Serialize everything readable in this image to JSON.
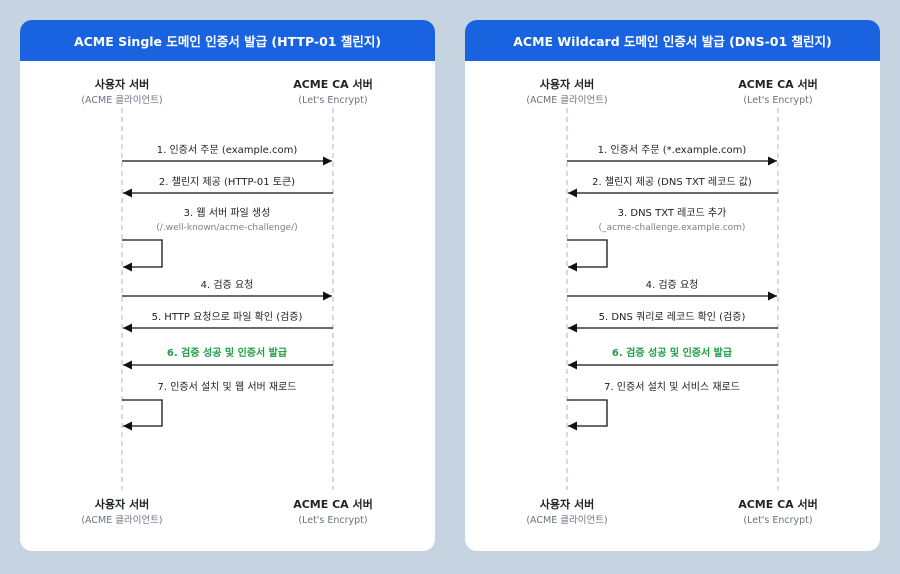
{
  "panels": [
    {
      "title": "ACME Single 도메인 인증서 발급 (HTTP-01 챌린지)",
      "client": {
        "name": "사용자 서버",
        "sub": "(ACME 클라이언트)"
      },
      "ca": {
        "name": "ACME CA 서버",
        "sub": "(Let's Encrypt)"
      },
      "messages": [
        {
          "text": "1. 인증서 주문 (example.com)"
        },
        {
          "text": "2. 챌린지 제공 (HTTP-01 토큰)"
        },
        {
          "text": "3. 웹 서버 파일 생성",
          "sub": "(/.well-known/acme-challenge/)"
        },
        {
          "text": "4. 검증 요청"
        },
        {
          "text": "5. HTTP 요청으로 파일 확인 (검증)"
        },
        {
          "text": "6. 검증 성공 및 인증서 발급"
        },
        {
          "text": "7. 인증서 설치 및 웹 서버 재로드"
        }
      ]
    },
    {
      "title": "ACME Wildcard 도메인 인증서 발급 (DNS-01 챌린지)",
      "client": {
        "name": "사용자 서버",
        "sub": "(ACME 클라이언트)"
      },
      "ca": {
        "name": "ACME CA 서버",
        "sub": "(Let's Encrypt)"
      },
      "messages": [
        {
          "text": "1. 인증서 주문 (*.example.com)"
        },
        {
          "text": "2. 챌린지 제공 (DNS TXT 레코드 값)"
        },
        {
          "text": "3. DNS TXT 레코드 추가",
          "sub": "(_acme-challenge.example.com)"
        },
        {
          "text": "4. 검증 요청"
        },
        {
          "text": "5. DNS 쿼리로 레코드 확인 (검증)"
        },
        {
          "text": "6. 검증 성공 및 인증서 발급"
        },
        {
          "text": "7. 인증서 설치 및 서비스 재로드"
        }
      ]
    }
  ],
  "colors": {
    "header": "#1a63e0",
    "lifeline": "#b9bfe6",
    "arrow": "#111111",
    "success": "#1e9e45"
  }
}
